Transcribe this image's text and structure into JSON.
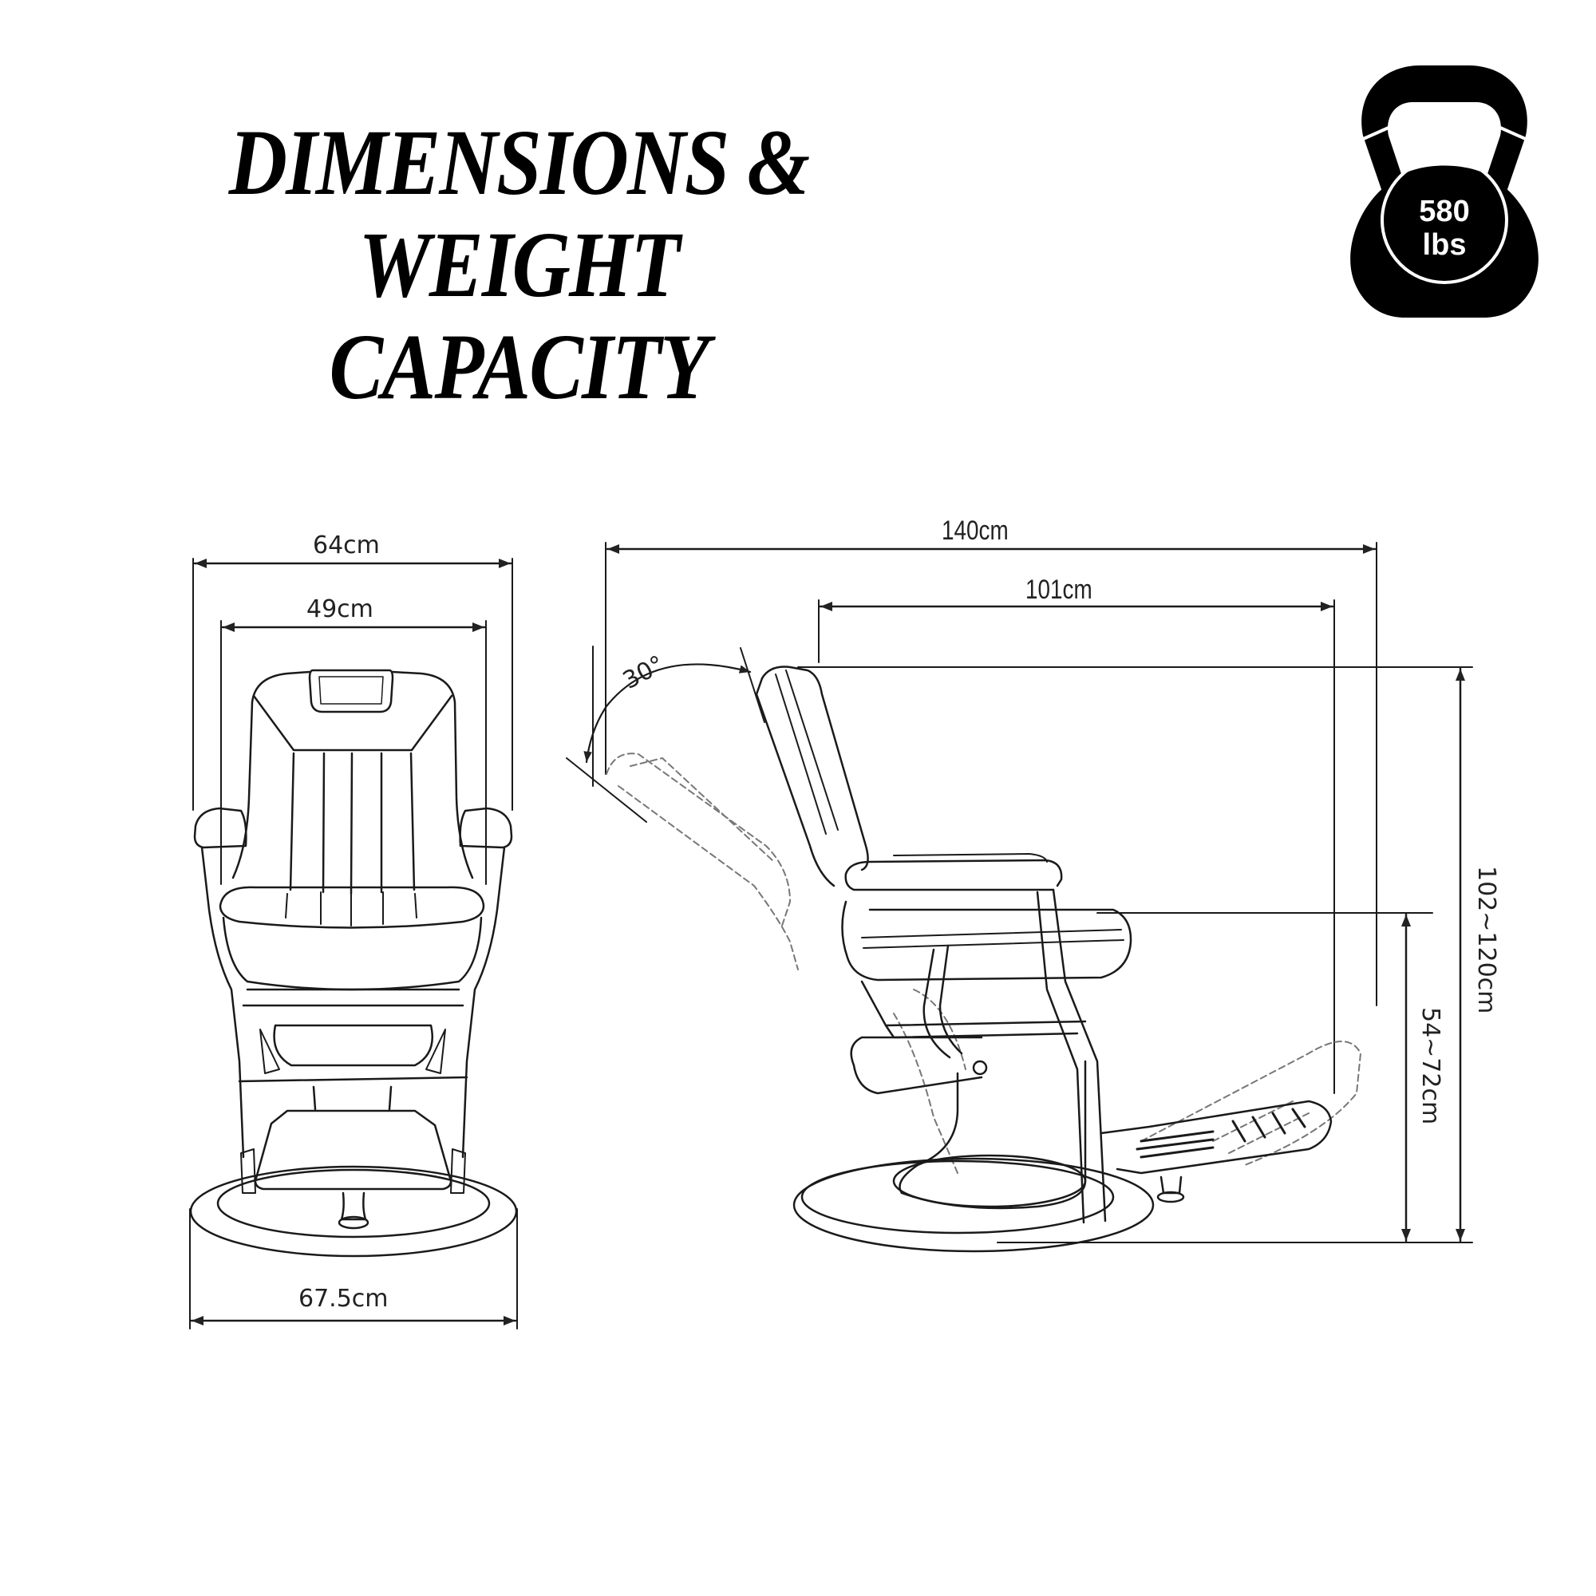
{
  "header": {
    "title_line1": "DIMENSIONS & WEIGHT",
    "title_line2": "CAPACITY"
  },
  "weight_badge": {
    "icon": "kettlebell-icon",
    "value": "580",
    "unit": "lbs"
  },
  "front_view": {
    "overall_width": "64cm",
    "seat_width": "49cm",
    "base_width": "67.5cm"
  },
  "side_view": {
    "reclined_length": "140cm",
    "upright_length": "101cm",
    "recline_angle": "30°",
    "overall_height": "102~120cm",
    "seat_height": "54~72cm"
  },
  "colors": {
    "ink": "#000000",
    "line": "#1a1a1a",
    "dashed": "#777777",
    "background": "#ffffff"
  }
}
